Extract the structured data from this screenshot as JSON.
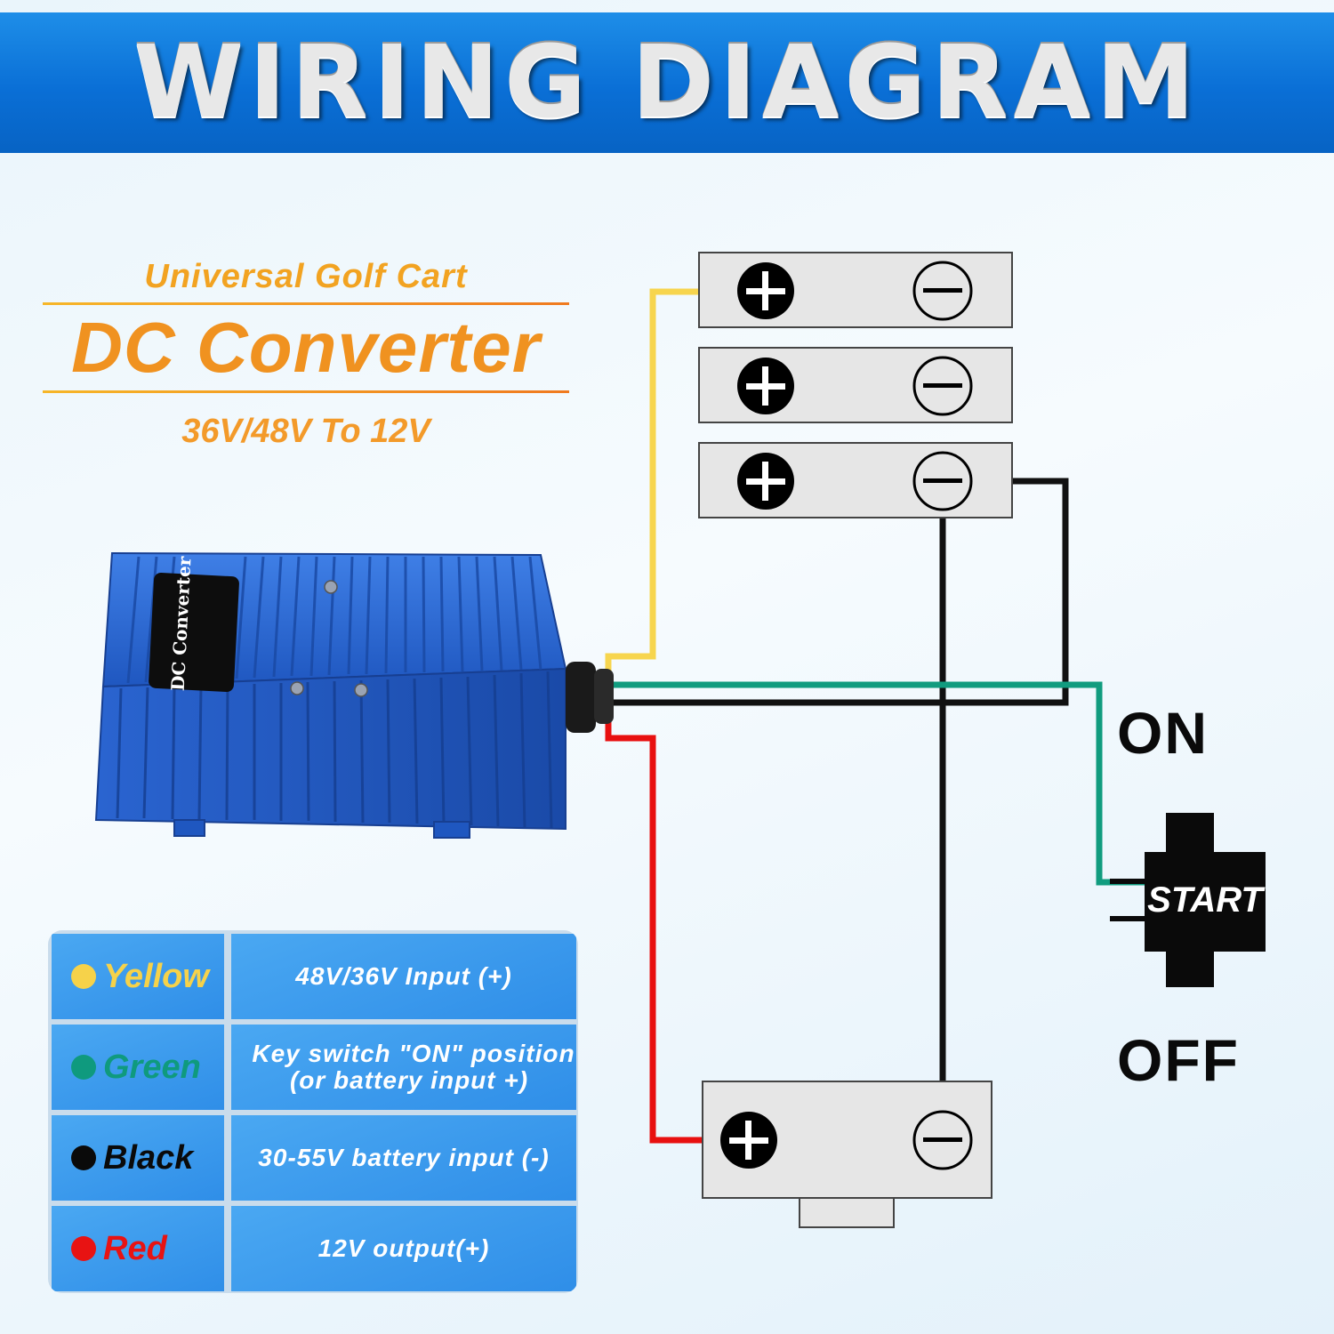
{
  "banner": {
    "title": "WIRING  DIAGRAM"
  },
  "product": {
    "subtitle": "Universal Golf Cart",
    "title": "DC Converter",
    "voltage": "36V/48V To 12V",
    "device_label": "DC Converter"
  },
  "switch": {
    "on_label": "ON",
    "start_label": "START",
    "off_label": "OFF"
  },
  "legend": [
    {
      "color_name": "Yellow",
      "color": "#f6d24a",
      "description": "48V/36V Input (+)"
    },
    {
      "color_name": "Green",
      "color": "#0f9a7e",
      "description_line1": "Key switch \"ON\" position",
      "description_line2": "(or battery input +)"
    },
    {
      "color_name": "Black",
      "color": "#0a0a0a",
      "description": "30-55V battery input (-)"
    },
    {
      "color_name": "Red",
      "color": "#e81313",
      "description": "12V output(+)"
    }
  ],
  "wire_colors": {
    "yellow": "#f7d54e",
    "green": "#119c7f",
    "black": "#111111",
    "red": "#e81010"
  },
  "colors": {
    "banner_blue": "#0a6fd6",
    "device_blue": "#2f6fd8",
    "brand_orange": "#f09220"
  }
}
